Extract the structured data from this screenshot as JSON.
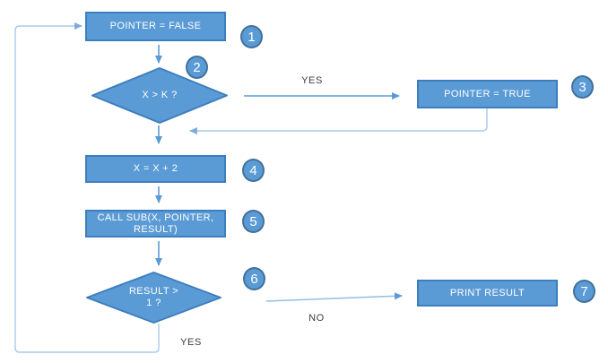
{
  "diagram": {
    "type": "flowchart",
    "nodes": [
      {
        "step": "1",
        "shape": "rectangle",
        "label": "POINTER = FALSE"
      },
      {
        "step": "2",
        "shape": "diamond",
        "label": "X > K ?"
      },
      {
        "step": "3",
        "shape": "rectangle",
        "label": "POINTER = TRUE"
      },
      {
        "step": "4",
        "shape": "rectangle",
        "label": "X = X + 2"
      },
      {
        "step": "5",
        "shape": "rectangle",
        "label": "CALL SUB(X, POINTER, RESULT)"
      },
      {
        "step": "6",
        "shape": "diamond",
        "label": "RESULT > 1 ?"
      },
      {
        "step": "7",
        "shape": "rectangle",
        "label": "PRINT RESULT"
      }
    ],
    "edge_labels": {
      "x_gt_k_yes": "YES",
      "result_gt_1_no": "NO",
      "result_gt_1_yes": "YES"
    },
    "colors": {
      "shape_fill": "#5b9bd5",
      "shape_border": "#3d7ebf",
      "connector": "#5b9bd5",
      "connector_light": "#a9cbea",
      "node_text": "#ffffff",
      "edge_label_text": "#3d3d3d",
      "background": "#ffffff"
    }
  }
}
